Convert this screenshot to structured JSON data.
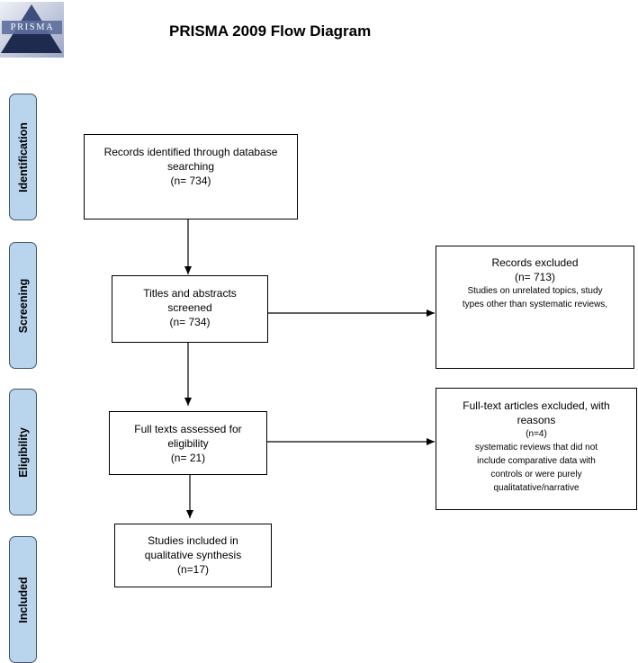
{
  "header": {
    "logo_text": "PRISMA",
    "title": "PRISMA 2009 Flow Diagram"
  },
  "phases": [
    {
      "label": "Identification"
    },
    {
      "label": "Screening"
    },
    {
      "label": "Eligibility"
    },
    {
      "label": "Included"
    }
  ],
  "boxes": {
    "identified": {
      "line1": "Records identified through database",
      "line2": "searching",
      "line3": "(n= 734)"
    },
    "screened": {
      "line1": "Titles and abstracts",
      "line2": "screened",
      "line3": "(n= 734)"
    },
    "excluded": {
      "line1": "Records excluded",
      "line2": "(n= 713)",
      "line3": "Studies on unrelated topics, study",
      "line4": "types other than systematic reviews,"
    },
    "full_text": {
      "line1": "Full texts assessed for",
      "line2": "eligibility",
      "line3": "(n= 21)"
    },
    "full_text_excluded": {
      "line1": "Full-text articles excluded, with",
      "line2": "reasons",
      "line3": "(n=4)",
      "line4": "systematic reviews that did not",
      "line5": "include comparative data with",
      "line6": "controls or were purely",
      "line7": "qualitatative/narrative"
    },
    "included": {
      "line1": "Studies included in",
      "line2": "qualitative synthesis",
      "line3": "(n=17)"
    }
  },
  "colors": {
    "phase_fill": "#b9d5ee",
    "phase_border": "#44546a",
    "logo_dark": "#1f2a4f",
    "logo_light": "#dfe4ee"
  }
}
